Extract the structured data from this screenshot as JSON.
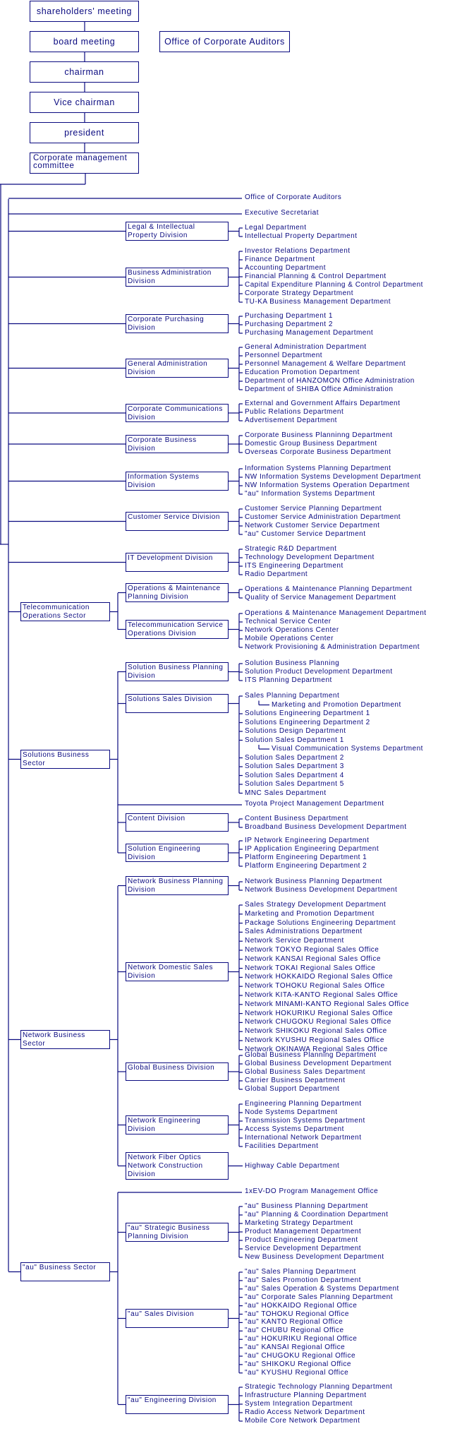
{
  "top_chain": [
    "shareholders' meeting",
    "board meeting",
    "chairman",
    "Vice chairman",
    "president",
    "Corporate management committee"
  ],
  "auditors_box": "Office of Corporate Auditors",
  "corporate_direct": [
    "Office of Corporate Auditors",
    "Executive Secretariat"
  ],
  "corporate_divisions": [
    {
      "name": "Legal & Intellectual Property Division",
      "departments": [
        "Legal Department",
        "Intellectual Property Department"
      ]
    },
    {
      "name": "Business Administration Division",
      "departments": [
        "Investor Relations Department",
        "Finance Department",
        "Accounting Department",
        "Financial Planning & Control Department",
        "Capital Expenditure Planning & Control Department",
        "Corporate Strategy Department",
        "TU-KA Business Management Department"
      ]
    },
    {
      "name": "Corporate Purchasing Division",
      "departments": [
        "Purchasing Department 1",
        "Purchasing Department 2",
        "Purchasing Management Department"
      ]
    },
    {
      "name": "General Administration Division",
      "departments": [
        "General Administration Department",
        "Personnel Department",
        "Personnel Management & Welfare Department",
        "Education Promotion Department",
        "Department of HANZOMON Office Administration",
        "Department of SHIBA Office Administration"
      ]
    },
    {
      "name": "Corporate Communications Division",
      "departments": [
        "External and Government Affairs Department",
        "Public Relations Department",
        "Advertisement Department"
      ]
    },
    {
      "name": "Corporate Business Division",
      "departments": [
        "Corporate Business Planninng Department",
        "Domestic Group Business Department",
        "Overseas Corporate Business Department"
      ]
    },
    {
      "name": "Information Systems Division",
      "departments": [
        "Information Systems Planning Department",
        "NW Information Systems Development Department",
        "NW Information Systems Operation Department",
        "\"au\" Information Systems Department"
      ]
    },
    {
      "name": "Customer Service Division",
      "departments": [
        "Customer Service Planning Department",
        "Customer Service Administration Department",
        "Network Customer Service Department",
        "\"au\" Customer Service Department"
      ]
    },
    {
      "name": "IT Development Division",
      "departments": [
        "Strategic R&D Department",
        "Technology Development Department",
        "ITS Engineering Department",
        "Radio Department"
      ]
    }
  ],
  "sectors": [
    {
      "name": "Telecommunication Operations Sector",
      "items": [
        {
          "name": "Operations & Maintenance Planning Division",
          "departments": [
            "Operations & Maintenance Planning Department",
            "Quality of Service Management Department"
          ]
        },
        {
          "name": "Telecommunication Service Operations Division",
          "departments": [
            "Operations & Maintenance Management Department",
            "Technical Service Center",
            "Network Operations Center",
            "Mobile Operations Center",
            "Network Provisioning & Administration Department"
          ]
        }
      ]
    },
    {
      "name": "Solutions Business Sector",
      "items": [
        {
          "name": "Solution Business Planning Division",
          "departments": [
            "Solution Business Planning",
            "Solution Product Development Department",
            "ITS Planning Department"
          ]
        },
        {
          "name": "Solutions Sales Division",
          "departments": [
            "Sales Planning Department",
            {
              "sub": "Marketing and Promotion Department"
            },
            "Solutions Engineering Department 1",
            "Solutions Engineering Department 2",
            "Solutions Design Department",
            "Solution Sales Department 1",
            {
              "sub": "Visual Communication Systems Department"
            },
            "Solution Sales Department 2",
            "Solution Sales Department 3",
            "Solution Sales Department 4",
            "Solution Sales Department 5",
            "MNC Sales Department"
          ]
        },
        {
          "direct": "Toyota Project Management Department"
        },
        {
          "name": "Content Division",
          "departments": [
            "Content Business Department",
            "Broadband Business Development Department"
          ]
        },
        {
          "name": "Solution Engineering Division",
          "departments": [
            "IP Network Engineering Department",
            "IP Application Engineering Department",
            "Platform Engineering Department 1",
            "Platform Engineering Department 2"
          ]
        }
      ]
    },
    {
      "name": "Network Business Sector",
      "items": [
        {
          "name": "Network Business Planning Division",
          "departments": [
            "Network Business Planning Department",
            "Network Business Development Department"
          ]
        },
        {
          "name": "Network Domestic Sales Division",
          "departments": [
            "Sales Strategy Development Department",
            "Marketing and Promotion Department",
            "Package Solutions Engineering Department",
            "Sales Administrations Department",
            "Network Service Department",
            "Network TOKYO Regional Sales Office",
            "Network KANSAI Regional Sales Office",
            "Network TOKAI Regional Sales Office",
            "Network HOKKAIDO Regional Sales Office",
            "Network TOHOKU Regional Sales Office",
            "Network KITA-KANTO Regional Sales Office",
            "Network MINAMI-KANTO Regional Sales Office",
            "Network HOKURIKU Regional Sales Office",
            "Network CHUGOKU Regional Sales Office",
            "Network SHIKOKU Regional Sales Office",
            "Network KYUSHU Regional Sales Office",
            "Network OKINAWA Regional Sales Office"
          ]
        },
        {
          "name": "Global Business Division",
          "departments": [
            "Global Business Planning Department",
            "Global Business Development Department",
            "Global Business Sales Department",
            "Carrier Business Department",
            "Global Support Department"
          ]
        },
        {
          "name": "Network Engineering Division",
          "departments": [
            "Engineering Planning Department",
            "Node Systems Department",
            "Transmission Systems Department",
            "Access Systems Department",
            "International Network Department",
            "Facilities Department"
          ]
        },
        {
          "name": "Network Fiber Optics Network Construction Division",
          "departments": [
            "Highway Cable Department"
          ]
        }
      ]
    },
    {
      "name": "\"au\" Business Sector",
      "items": [
        {
          "direct": "1xEV-DO Program Management Office"
        },
        {
          "name": "\"au\" Strategic Business Planning Division",
          "departments": [
            "\"au\" Business Planning Department",
            "\"au\" Planning & Coordination Department",
            "Marketing Strategy Department",
            "Product Management Department",
            "Product Engineering Department",
            "Service Development Department",
            "New Business Development Department"
          ]
        },
        {
          "name": "\"au\" Sales Division",
          "departments": [
            "\"au\" Sales Planning Department",
            "\"au\" Sales Promotion Department",
            "\"au\" Sales Operation & Systems Department",
            "\"au\" Corporate Sales Planning Department",
            "\"au\" HOKKAIDO Regional Office",
            "\"au\" TOHOKU Regional Office",
            "\"au\" KANTO Regional Office",
            "\"au\" CHUBU Regional Office",
            "\"au\" HOKURIKU Regional Office",
            "\"au\" KANSAI Regional Office",
            "\"au\" CHUGOKU Regional Office",
            "\"au\" SHIKOKU Regional Office",
            "\"au\" KYUSHU Regional Office"
          ]
        },
        {
          "name": "\"au\" Engineering Division",
          "departments": [
            "Strategic Technology Planning Department",
            "Infrastructure Planning Department",
            "System Integration Department",
            "Radio Access Network Department",
            "Mobile Core Network Department"
          ]
        }
      ]
    }
  ],
  "colors": {
    "line": "#0a0a80",
    "background": "#ffffff"
  }
}
